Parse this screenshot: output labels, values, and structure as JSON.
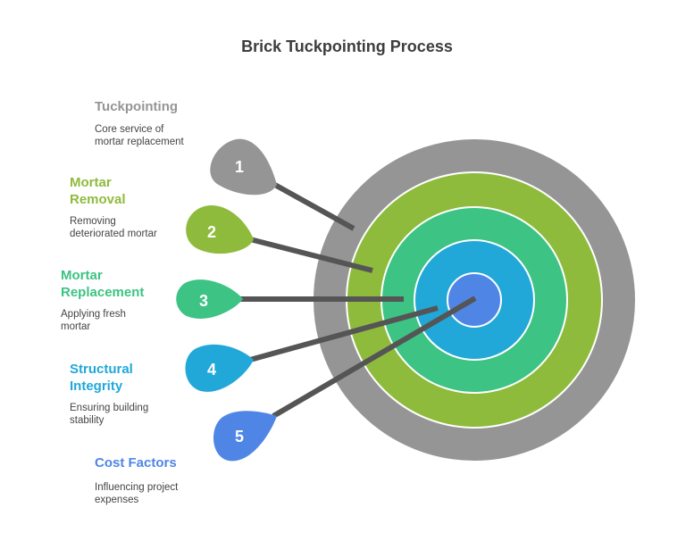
{
  "title": "Brick Tuckpointing Process",
  "colors": {
    "gray": "#959595",
    "green": "#8fbb3c",
    "emerald": "#3dc383",
    "blue": "#21a8d8",
    "royal": "#4f86e6",
    "title": "#3d3d3d",
    "text": "#444444",
    "arrow_shaft": "#555555"
  },
  "target_rings": [
    "gray",
    "green",
    "emerald",
    "blue",
    "royal"
  ],
  "steps": [
    {
      "number": "1",
      "heading": "Tuckpointing",
      "description": "Core service of\nmortar replacement",
      "color": "#959595"
    },
    {
      "number": "2",
      "heading": "Mortar\nRemoval",
      "description": "Removing\ndeteriorated mortar",
      "color": "#8fbb3c"
    },
    {
      "number": "3",
      "heading": "Mortar\nReplacement",
      "description": "Applying fresh\nmortar",
      "color": "#3dc383"
    },
    {
      "number": "4",
      "heading": "Structural\nIntegrity",
      "description": "Ensuring building\nstability",
      "color": "#21a8d8"
    },
    {
      "number": "5",
      "heading": "Cost Factors",
      "description": "Influencing project\nexpenses",
      "color": "#4f86e6"
    }
  ]
}
